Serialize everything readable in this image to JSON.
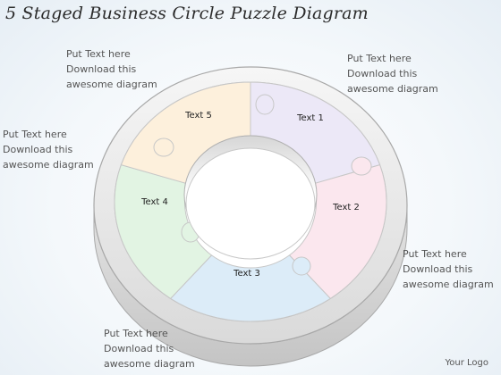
{
  "title": "5 Staged Business Circle Puzzle Diagram",
  "segments": [
    {
      "label": "Text 1",
      "color": "#ece8f7"
    },
    {
      "label": "Text 2",
      "color": "#fbe7ee"
    },
    {
      "label": "Text 3",
      "color": "#dcecf8"
    },
    {
      "label": "Text 4",
      "color": "#e2f4e3"
    },
    {
      "label": "Text 5",
      "color": "#fdf0dc"
    }
  ],
  "notes": [
    {
      "line1": "Put Text here",
      "line2": "Download this",
      "line3": "awesome diagram"
    },
    {
      "line1": "Put Text here",
      "line2": "Download this",
      "line3": "awesome diagram"
    },
    {
      "line1": "Put Text here",
      "line2": "Download this",
      "line3": "awesome diagram"
    },
    {
      "line1": "Put Text here",
      "line2": "Download this",
      "line3": "awesome diagram"
    },
    {
      "line1": "Put Text here",
      "line2": "Download this",
      "line3": "awesome diagram"
    }
  ],
  "logo": "Your Logo"
}
